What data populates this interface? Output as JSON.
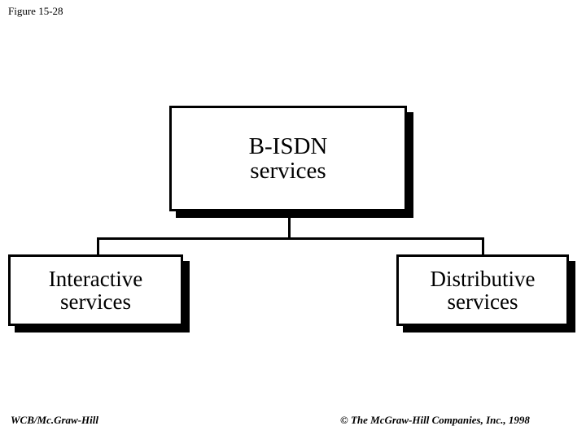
{
  "figure": {
    "label": "Figure 15-28"
  },
  "diagram": {
    "type": "hierarchy-tree",
    "root": {
      "id": "b-isdn-services",
      "label": "B-ISDN\nservices"
    },
    "children": [
      {
        "id": "interactive-services",
        "label": "Interactive\nservices"
      },
      {
        "id": "distributive-services",
        "label": "Distributive\nservices"
      }
    ],
    "style": {
      "box_fill": "#ffffff",
      "box_border": "#000000",
      "shadow_color": "#000000",
      "connector_color": "#000000"
    }
  },
  "footer": {
    "left": "WCB/Mc.Graw-Hill",
    "right": "© The McGraw-Hill Companies, Inc., 1998"
  }
}
